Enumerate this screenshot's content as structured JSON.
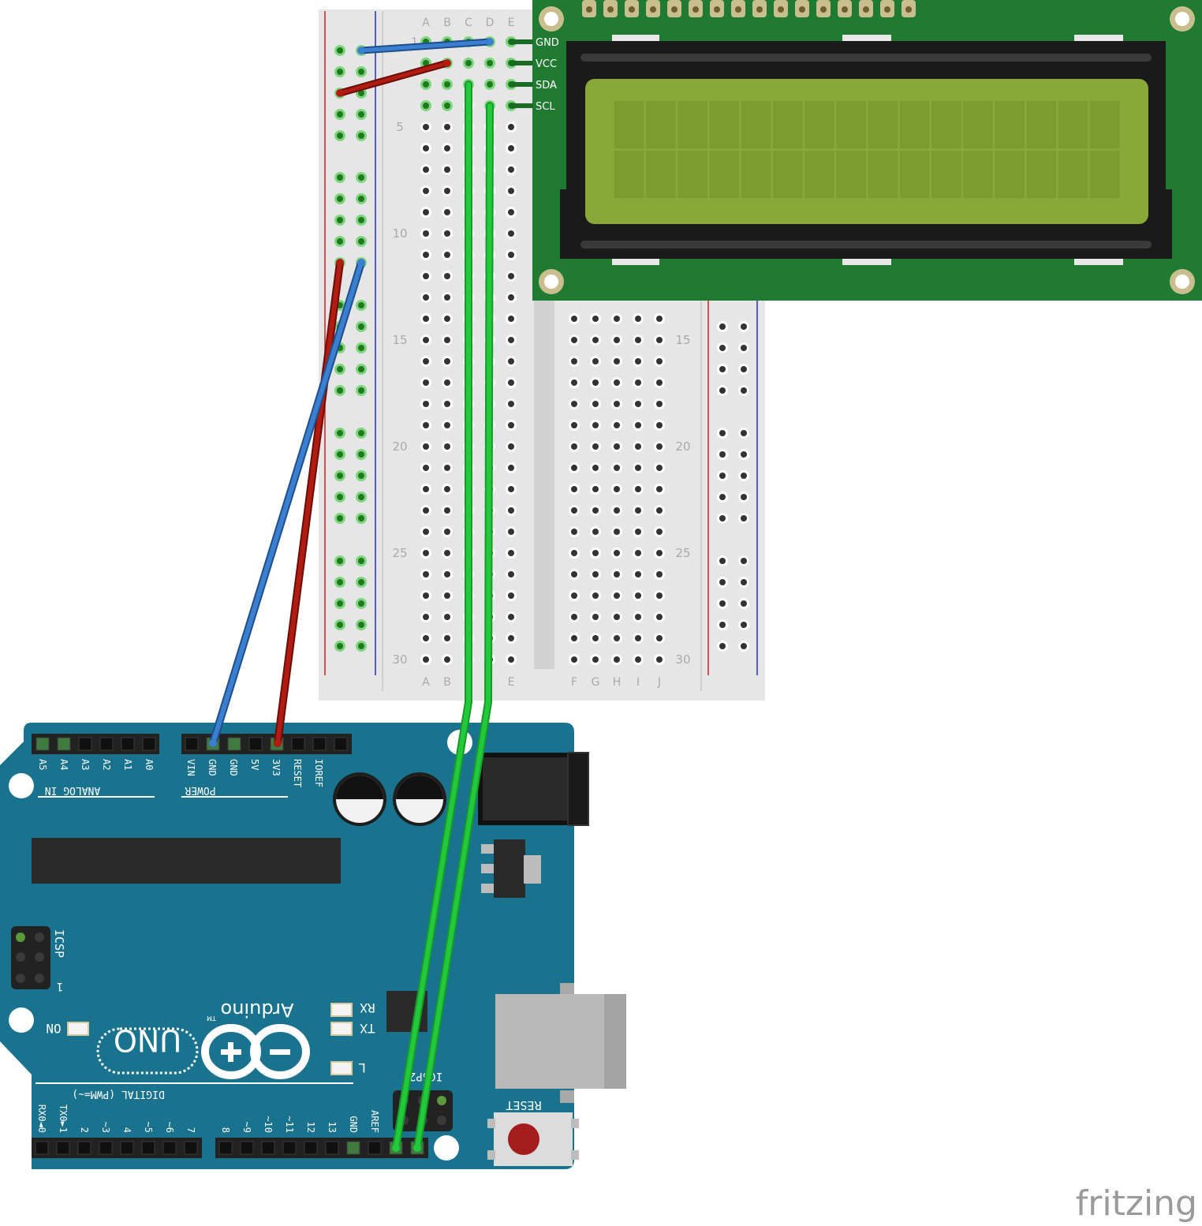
{
  "breadboard": {
    "column_letters_left": [
      "A",
      "B",
      "C",
      "D",
      "E"
    ],
    "column_letters_bottom_left": [
      "A",
      "B",
      "",
      "",
      "E"
    ],
    "column_letters_right": [
      "F",
      "G",
      "H",
      "I",
      "J"
    ],
    "row_numbers": [
      "5",
      "10",
      "15",
      "20",
      "25",
      "30"
    ],
    "right_row_numbers": [
      "15",
      "20",
      "25",
      "30"
    ],
    "top_first_row_number": "1"
  },
  "lcd": {
    "pin_labels": [
      "GND",
      "VCC",
      "SDA",
      "SCL"
    ]
  },
  "arduino": {
    "analog_pins": [
      "A5",
      "A4",
      "A3",
      "A2",
      "A1",
      "A0"
    ],
    "analog_header_label": "ANALOG IN",
    "power_pins": [
      "VIN",
      "GND",
      "GND",
      "5V",
      "3V3",
      "RESET",
      "IOREF"
    ],
    "power_header_label": "POWER",
    "icsp_label": "ICSP",
    "icsp_pin1_label": "1",
    "icsp2_label": "ICSP2",
    "led_labels": {
      "rx": "RX",
      "tx": "TX",
      "l": "L",
      "on": "ON"
    },
    "brand_text": "Arduino",
    "trademark": "TM",
    "model_text": "UNO",
    "digital_label": "DIGITAL (PWM=~)",
    "digital_pins_left": [
      "RX0◄0",
      "TX0►1",
      "2",
      "~3",
      "4",
      "~5",
      "~6",
      "7"
    ],
    "digital_pins_right": [
      "8",
      "~9",
      "~10",
      "~11",
      "12",
      "13",
      "GND",
      "AREF"
    ],
    "reset_label": "RESET"
  },
  "watermark": "fritzing",
  "colors": {
    "wire_gnd": "#3b7fd1",
    "wire_vcc": "#b01b12",
    "wire_signal": "#22c93a",
    "arduino_board": "#19738f",
    "lcd_board": "#217a32",
    "lcd_screen": "#88a93a",
    "breadboard": "#e6e6e6"
  },
  "connections": [
    {
      "from": "LCD GND",
      "to": "Arduino GND (power header)"
    },
    {
      "from": "LCD VCC",
      "to": "Arduino 3V3"
    },
    {
      "from": "LCD SDA",
      "to": "Arduino SDA"
    },
    {
      "from": "LCD SCL",
      "to": "Arduino SCL"
    }
  ]
}
